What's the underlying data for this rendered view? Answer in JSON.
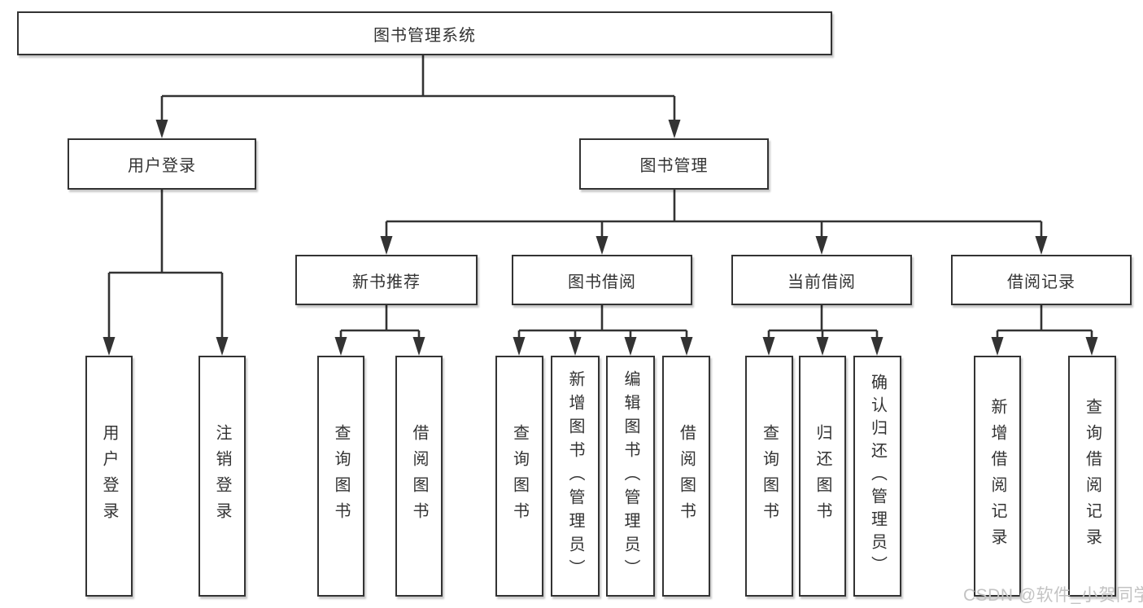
{
  "diagram": {
    "title": "图书管理系统",
    "branches": [
      {
        "label": "用户登录",
        "children": [
          {
            "label": "用户登录"
          },
          {
            "label": "注销登录"
          }
        ]
      },
      {
        "label": "图书管理",
        "sections": [
          {
            "label": "新书推荐",
            "children": [
              {
                "label": "查询图书"
              },
              {
                "label": "借阅图书"
              }
            ]
          },
          {
            "label": "图书借阅",
            "children": [
              {
                "label": "查询图书"
              },
              {
                "label": "新增图书（管理员）"
              },
              {
                "label": "编辑图书（管理员）"
              },
              {
                "label": "借阅图书"
              }
            ]
          },
          {
            "label": "当前借阅",
            "children": [
              {
                "label": "查询图书"
              },
              {
                "label": "归还图书"
              },
              {
                "label": "确认归还（管理员）"
              }
            ]
          },
          {
            "label": "借阅记录",
            "children": [
              {
                "label": "新增借阅记录"
              },
              {
                "label": "查询借阅记录"
              }
            ]
          }
        ]
      }
    ]
  },
  "watermark": {
    "text": "CSDN @软件_小贺同学",
    "color": "#c3c3c3"
  },
  "colors": {
    "line": "#333333",
    "box_border": "#333333",
    "text": "#333333",
    "background": "#ffffff"
  }
}
